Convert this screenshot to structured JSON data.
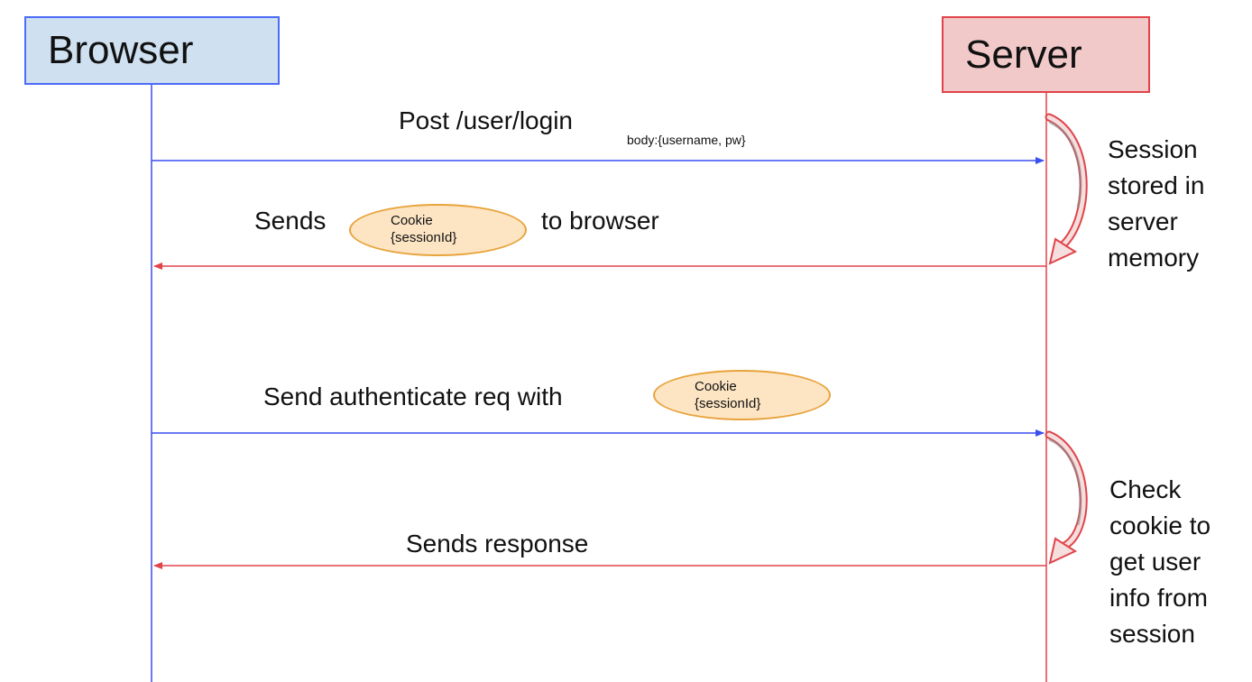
{
  "actors": {
    "browser": "Browser",
    "server": "Server"
  },
  "messages": {
    "login": "Post /user/login",
    "login_body": "body:{username, pw}",
    "sends_prefix": "Sends",
    "sends_suffix": "to browser",
    "auth_request": "Send authenticate req with",
    "response": "Sends response"
  },
  "cookie": {
    "line1": "Cookie",
    "line2": "{sessionId}"
  },
  "notes": {
    "session_stored": [
      "Session",
      "stored in",
      "server",
      "memory"
    ],
    "check_cookie": [
      "Check",
      "cookie to",
      "get user",
      "info from",
      "session"
    ]
  },
  "colors": {
    "browser_line": "#3a4ff0",
    "server_line": "#e0444a",
    "cookie_fill": "#fde5c4",
    "cookie_border": "#e8a33b"
  }
}
